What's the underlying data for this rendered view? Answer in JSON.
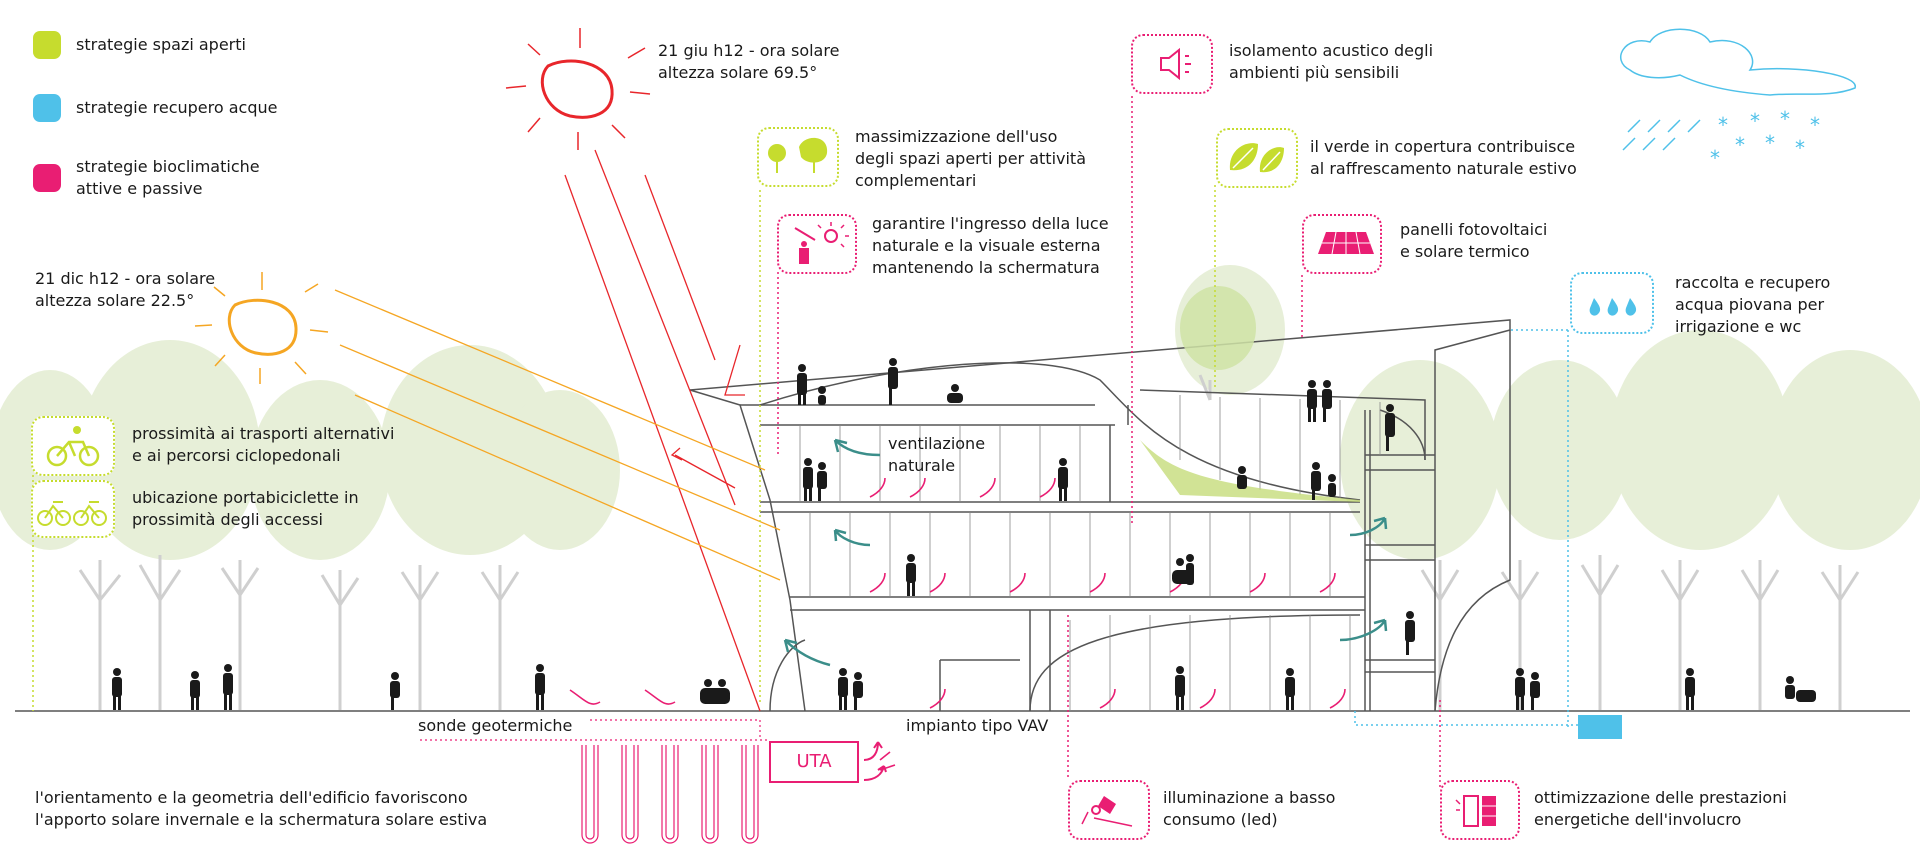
{
  "colors": {
    "green": "#c6dc2e",
    "blue": "#4fc1e9",
    "magenta": "#e91e73",
    "orange": "#f5a623",
    "red": "#e8262b",
    "teal": "#3b8e8a",
    "tree": "#dce9c2"
  },
  "legend": [
    {
      "label": "strategie spazi aperti",
      "color": "#c6dc2e"
    },
    {
      "label": "strategie recupero acque",
      "color": "#4fc1e9"
    },
    {
      "label": "strategie bioclimatiche\nattive e passive",
      "color": "#e91e73"
    }
  ],
  "sun_summer": {
    "label": "21 giu h12 - ora solare\naltezza solare 69.5°"
  },
  "sun_winter": {
    "label": "21 dic h12 - ora solare\naltezza solare 22.5°"
  },
  "annotations": {
    "open_spaces": "massimizzazione dell'uso\ndegli spazi aperti per attività\ncomplementari",
    "daylight": "garantire l'ingresso della luce\nnaturale e la visuale esterna\nmantenendo la schermatura",
    "acoustic": "isolamento acustico degli\nambienti più sensibili",
    "green_roof": "il verde in copertura contribuisce\nal raffrescamento naturale estivo",
    "pv": "panelli fotovoltaici\ne solare termico",
    "rainwater": "raccolta e recupero\nacqua piovana per\nirrigazione e wc",
    "transport": "prossimità ai trasporti alternativi\ne ai percorsi ciclopedonali",
    "bike": "ubicazione portabiciclette in\nprossimità degli accessi",
    "ventilation": "ventilazione\nnaturale",
    "geothermal": "sonde geotermiche",
    "vav": "impianto tipo VAV",
    "uta": "UTA",
    "orientation": "l'orientamento e la geometria dell'edificio favoriscono\nl'apporto solare invernale e la schermatura solare estiva",
    "led": "illuminazione a basso\nconsumo (led)",
    "envelope": "ottimizzazione delle prestazioni\nenergetiche dell'involucro"
  }
}
